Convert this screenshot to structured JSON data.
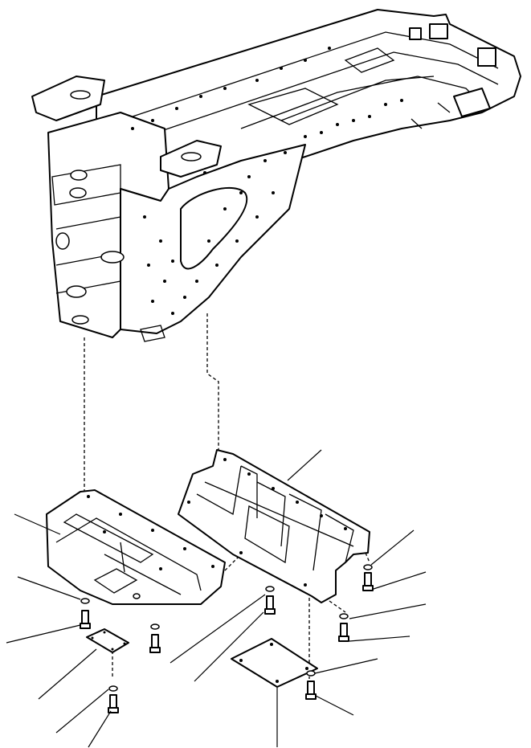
{
  "figure": {
    "kind": "exploded parts diagram",
    "parts": [
      "frame",
      "front-under-cover",
      "rear-under-cover",
      "front-access-plate",
      "rear-access-plate",
      "bolts",
      "washers"
    ]
  },
  "colors": {
    "ink": "#000000",
    "paper": "#ffffff"
  }
}
